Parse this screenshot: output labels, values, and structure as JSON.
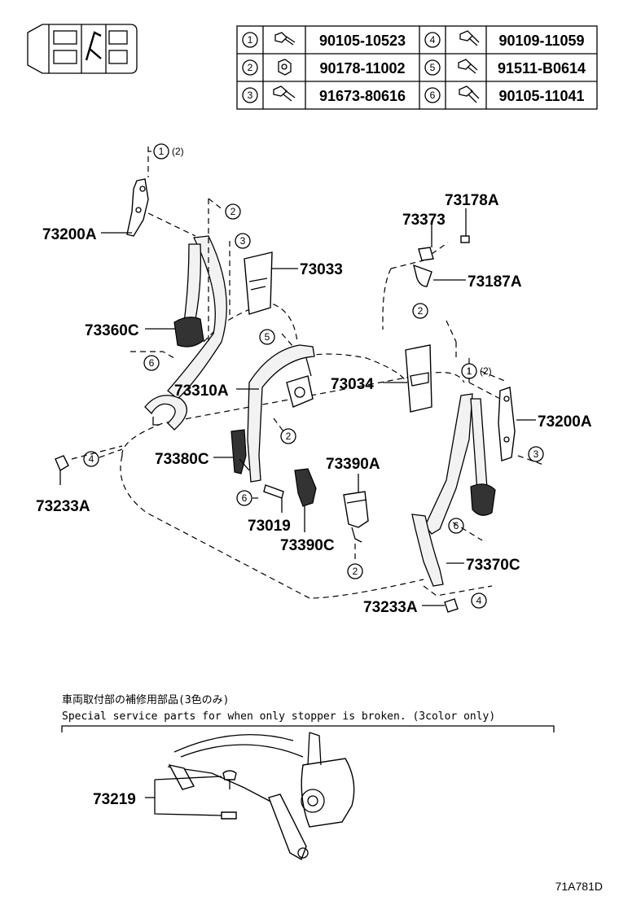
{
  "parts_table": [
    {
      "ref": "1",
      "part_no": "90105-10523"
    },
    {
      "ref": "4",
      "part_no": "90109-11059"
    },
    {
      "ref": "2",
      "part_no": "90178-11002"
    },
    {
      "ref": "5",
      "part_no": "91511-B0614"
    },
    {
      "ref": "3",
      "part_no": "91673-80616"
    },
    {
      "ref": "6",
      "part_no": "90105-11041"
    }
  ],
  "callouts": {
    "a_73200A_left": "73200A",
    "a_73360C": "73360C",
    "a_73033": "73033",
    "a_73178A": "73178A",
    "a_73373": "73373",
    "a_73187A": "73187A",
    "a_73310A": "73310A",
    "a_73034": "73034",
    "a_73200A_right": "73200A",
    "a_73380C": "73380C",
    "a_73390A": "73390A",
    "a_73233A_left": "73233A",
    "a_73019": "73019",
    "a_73390C": "73390C",
    "a_73370C": "73370C",
    "a_73233A_right": "73233A",
    "a_73219": "73219"
  },
  "refs": {
    "r_1_2_top": {
      "a": "1",
      "b": "(2)"
    },
    "r_1_2_right": {
      "a": "1",
      "b": "(2)"
    },
    "r2a": "2",
    "r3a": "3",
    "r6a": "6",
    "r5a": "5",
    "r2b": "2",
    "r2c": "2",
    "r3b": "3",
    "r4a": "4",
    "r6b": "6",
    "r6c": "6",
    "r2d": "2",
    "r4b": "4"
  },
  "note": {
    "jp": "車両取付部の補修用部品(3色のみ)",
    "en": "Special service parts for when only stopper is broken. (3color only)"
  },
  "diagram_code": "71A781D"
}
